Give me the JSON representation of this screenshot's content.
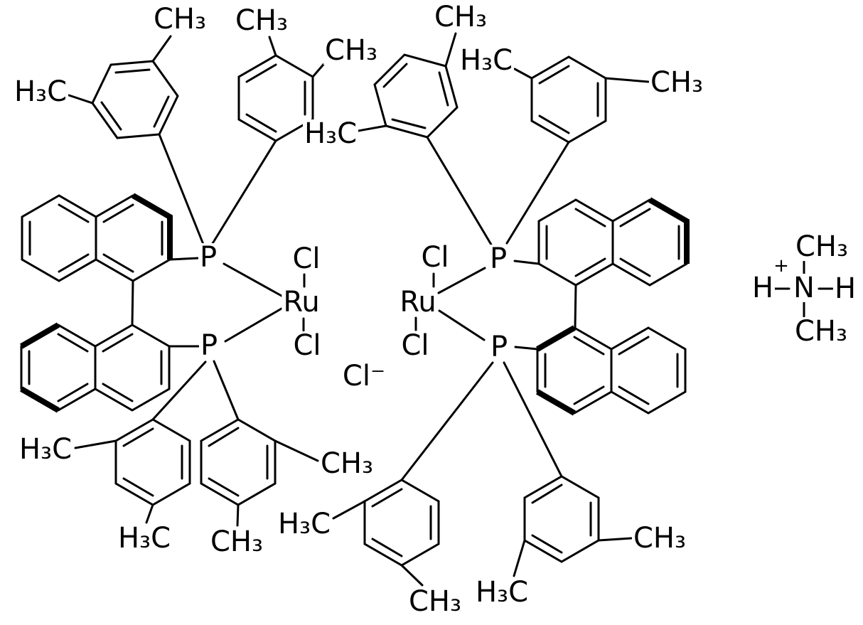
{
  "molecule": {
    "background_color": "#ffffff",
    "line_color": "#000000",
    "labels": [
      {
        "id": "xylyl-a-methyl-top",
        "text": "CH₃"
      },
      {
        "id": "xylyl-a-methyl-left",
        "text": "H₃C"
      },
      {
        "id": "xylyl-b-methyl-top",
        "text": "CH₃"
      },
      {
        "id": "xylyl-b-methyl-right",
        "text": "CH₃"
      },
      {
        "id": "xylyl-e-methyl-top",
        "text": "CH₃"
      },
      {
        "id": "xylyl-e-methyl-left",
        "text": "H₃C"
      },
      {
        "id": "xylyl-f-methyl-topleft",
        "text": "H₃C"
      },
      {
        "id": "xylyl-f-methyl-right",
        "text": "CH₃"
      },
      {
        "id": "phosphorus-left-top",
        "text": "P"
      },
      {
        "id": "phosphorus-left-bottom",
        "text": "P"
      },
      {
        "id": "ruthenium-left",
        "text": "Ru"
      },
      {
        "id": "chloro-left-top",
        "text": "Cl"
      },
      {
        "id": "chloro-left-bottom",
        "text": "Cl"
      },
      {
        "id": "chloride-counterion",
        "text": "Cl⁻"
      },
      {
        "id": "chloro-right-top",
        "text": "Cl"
      },
      {
        "id": "chloro-right-bottom",
        "text": "Cl"
      },
      {
        "id": "ruthenium-right",
        "text": "Ru"
      },
      {
        "id": "phosphorus-right-top",
        "text": "P"
      },
      {
        "id": "phosphorus-right-bottom",
        "text": "P"
      },
      {
        "id": "xylyl-c-methyl-left",
        "text": "H₃C"
      },
      {
        "id": "xylyl-c-methyl-bottom",
        "text": "H₃C"
      },
      {
        "id": "xylyl-d-methyl-bottom",
        "text": "CH₃"
      },
      {
        "id": "xylyl-d-methyl-right",
        "text": "CH₃"
      },
      {
        "id": "xylyl-g-methyl-left",
        "text": "H₃C"
      },
      {
        "id": "xylyl-g-methyl-bottom",
        "text": "CH₃"
      },
      {
        "id": "xylyl-h-methyl-bottom",
        "text": "H₃C"
      },
      {
        "id": "xylyl-h-methyl-right",
        "text": "CH₃"
      },
      {
        "id": "ammonium-methyl-top",
        "text": "CH₃"
      },
      {
        "id": "ammonium-methyl-bottom",
        "text": "CH₃"
      },
      {
        "id": "ammonium-h-left",
        "text": "H"
      },
      {
        "id": "ammonium-h-right",
        "text": "H"
      },
      {
        "id": "ammonium-nitrogen",
        "text": "N"
      },
      {
        "id": "ammonium-plus-charge",
        "text": "+"
      }
    ]
  }
}
